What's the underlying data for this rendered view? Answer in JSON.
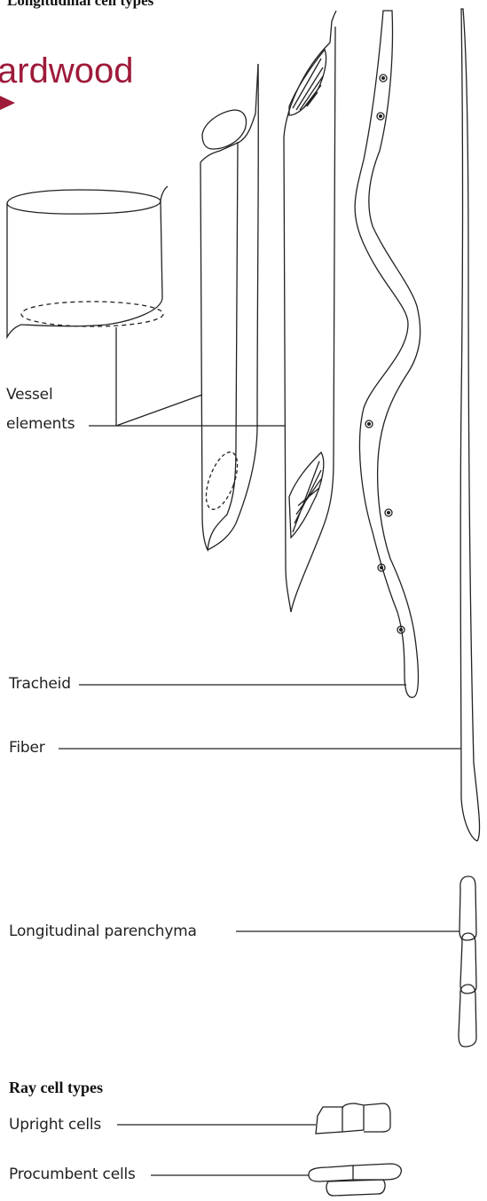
{
  "header": {
    "title": "Longitudinal cell types"
  },
  "brand": {
    "text": "ardwood",
    "color": "#9e1b3a"
  },
  "labels": {
    "vessel_line1": "Vessel",
    "vessel_line2": "elements",
    "tracheid": "Tracheid",
    "fiber": "Fiber",
    "long_parenchyma": "Longitudinal parenchyma"
  },
  "ray": {
    "heading": "Ray cell types",
    "upright": "Upright cells",
    "procumbent": "Procumbent cells"
  },
  "icons": [
    "arrow-right-icon"
  ]
}
